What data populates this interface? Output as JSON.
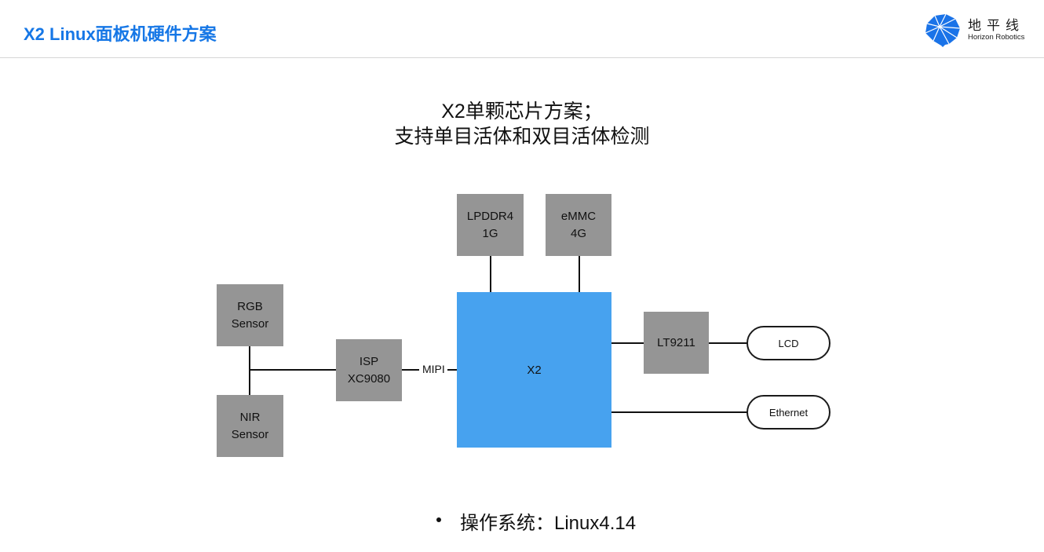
{
  "header": {
    "title": "X2 Linux面板机硬件方案",
    "logo_cn": "地平线",
    "logo_en": "Horizon Robotics"
  },
  "subtitle": {
    "line1": "X2单颗芯片方案；",
    "line2": "支持单目活体和双目活体检测"
  },
  "diagram": {
    "rgb_sensor": [
      "RGB",
      "Sensor"
    ],
    "nir_sensor": [
      "NIR",
      "Sensor"
    ],
    "isp": [
      "ISP",
      "XC9080"
    ],
    "link_label": "MIPI",
    "lpddr": [
      "LPDDR4",
      "1G"
    ],
    "emmc": [
      "eMMC",
      "4G"
    ],
    "soc": "X2",
    "bridge": "LT9211",
    "lcd": "LCD",
    "ethernet": "Ethernet"
  },
  "bullets": [
    "操作系统：Linux4.14"
  ],
  "colors": {
    "accent": "#1677e6",
    "soc_fill": "#47a2ef",
    "block_fill": "#959595"
  }
}
